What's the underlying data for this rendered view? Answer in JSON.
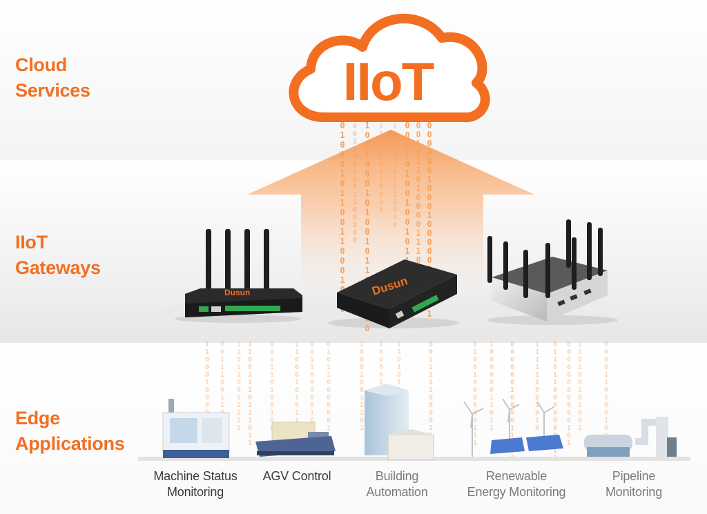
{
  "layers": {
    "cloud": {
      "line1": "Cloud",
      "line2": "Services"
    },
    "gateways": {
      "line1": "IIoT",
      "line2": "Gateways"
    },
    "edge": {
      "line1": "Edge",
      "line2": "Applications"
    }
  },
  "cloud_title": "IIoT",
  "gateway_brand": "Dusun",
  "applications": [
    {
      "line1": "Machine Status",
      "line2": "Monitoring"
    },
    {
      "line1": "AGV Control",
      "line2": ""
    },
    {
      "line1": "Building",
      "line2": "Automation"
    },
    {
      "line1": "Renewable",
      "line2": "Energy Monitoring"
    },
    {
      "line1": "Pipeline",
      "line2": "Monitoring"
    }
  ],
  "colors": {
    "accent": "#f26f21",
    "binary": "#f6a15c",
    "dark_text": "#3a3a3a",
    "light_text": "#7a7a7a"
  }
}
